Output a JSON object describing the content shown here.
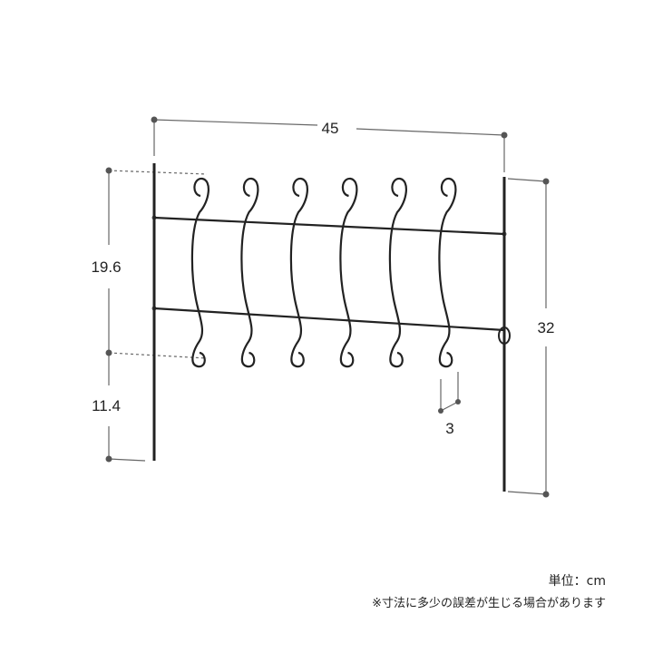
{
  "dimensions": {
    "width": "45",
    "upper_height": "19.6",
    "lower_height": "11.4",
    "total_height": "32",
    "scroll_spacing": "3"
  },
  "unit_label": "単位：cm",
  "disclaimer": "※寸法に多少の誤差が生じる場合があります",
  "picket_count": 6,
  "colors": {
    "line": "#222222",
    "dimension": "#555555"
  }
}
